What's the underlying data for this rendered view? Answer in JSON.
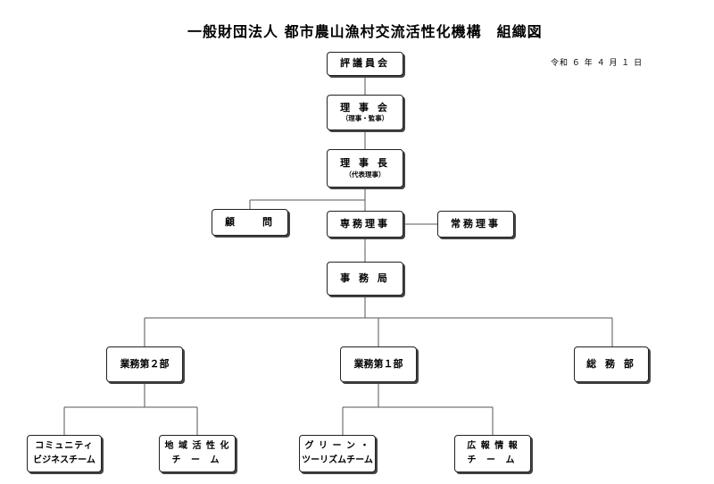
{
  "title": "一般財団法人 都市農山漁村交流活性化機構　組織図",
  "date": "令和 ６ 年 ４ 月 １ 日",
  "nodes": {
    "hyogiinkai": "評議員会",
    "rijikai": "理 事 会",
    "rijikai_sub": "（理事・監事）",
    "rijicho": "理 事 長",
    "rijicho_sub": "（代表理事）",
    "komon": "顧　　問",
    "senmu": "専務理事",
    "jomu": "常務理事",
    "jimukyoku": "事 務 局",
    "gyomu2": "業務第２部",
    "gyomu1": "業務第１部",
    "somu": "総 務 部",
    "community_1": "コミュニティ",
    "community_2": "ビジネスチーム",
    "chiiki_1": "地 域 活 性 化",
    "chiiki_2": "チ ー ム",
    "green_1": "グ リ ー ン ・",
    "green_2": "ツーリズムチーム",
    "koho_1": "広 報 情 報",
    "koho_2": "チ ー ム"
  }
}
